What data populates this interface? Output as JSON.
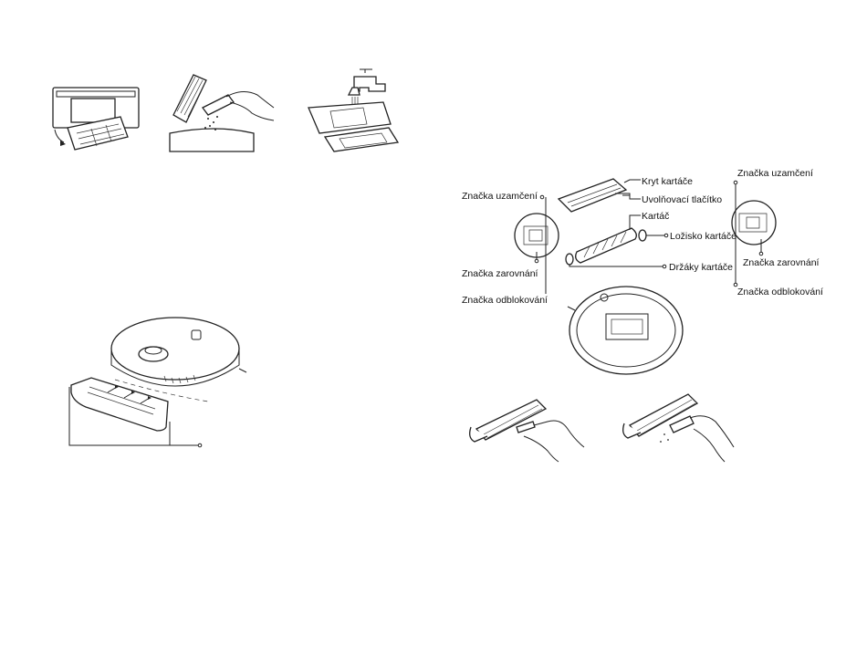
{
  "labels": {
    "brush_cover": "Kryt kartáče",
    "release_button": "Uvolňovací tlačítko",
    "brush": "Kartáč",
    "brush_bearing": "Ložisko kartáče",
    "brush_holders": "Držáky kartáče",
    "lock_mark_left": "Značka uzamčení",
    "align_mark_left": "Značka zarovnání",
    "unlock_mark_left": "Značka odblokování",
    "lock_mark_right": "Značka uzamčení",
    "align_mark_right": "Značka zarovnání",
    "unlock_mark_right": "Značka odblokování"
  }
}
